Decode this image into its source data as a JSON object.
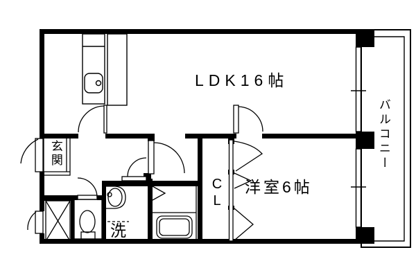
{
  "colors": {
    "line": "#000000",
    "background": "#ffffff"
  },
  "floorplan": {
    "labels": {
      "ldk": "LDK16帖",
      "bedroom": "洋室6帖",
      "balcony": "バルコニー",
      "entrance": "玄関",
      "closet": "CL",
      "laundry": "洗"
    }
  }
}
